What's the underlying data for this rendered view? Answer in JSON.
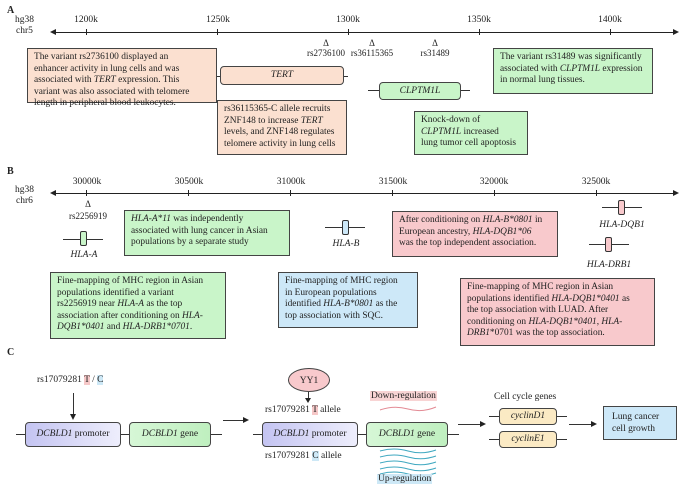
{
  "panel_a": {
    "label": "A",
    "assembly": "hg38",
    "chromosome": "chr5",
    "ticks": [
      "1200k",
      "1250k",
      "1300k",
      "1350k",
      "1400k"
    ],
    "snps": [
      "rs2736100",
      "rs36115365",
      "rs31489"
    ],
    "snp_marker": "Δ",
    "genes": [
      "TERT",
      "CLPTM1L"
    ],
    "notes": {
      "rs2736100": [
        "The variant rs2736100 displayed an",
        "enhancer activity in lung cells and was",
        "associated with ",
        "TERT",
        " expression. This",
        "variant was also associated with telomere",
        "length in peripheral blood leukocytes."
      ],
      "rs36115365_a": "rs36115365-C allele recruits",
      "rs36115365_b": "ZNF148 to increase ",
      "rs36115365_c": "TERT",
      "rs36115365_d": "levels, and ZNF148 regulates",
      "rs36115365_e": "telomere activity in lung cells",
      "rs31489_a": "The variant rs31489 was significantly",
      "rs31489_b": "associated with ",
      "rs31489_c": "CLPTM1L",
      "rs31489_d": " expression",
      "rs31489_e": "in normal lung tissues.",
      "knockdown_a": "Knock-down of",
      "knockdown_b": "CLPTM1L",
      "knockdown_c": " increased",
      "knockdown_d": "lung tumor cell apoptosis"
    }
  },
  "panel_b": {
    "label": "B",
    "assembly": "hg38",
    "chromosome": "chr6",
    "ticks": [
      "30000k",
      "30500k",
      "31000k",
      "31500k",
      "32000k",
      "32500k"
    ],
    "snp": "rs2256919",
    "snp_marker": "Δ",
    "genes": [
      "HLA-A",
      "HLA-B",
      "HLA-DQB1",
      "HLA-DRB1"
    ],
    "notes": {
      "hla_a11": [
        "HLA-A*11",
        " was independently",
        "associated with lung cancer in Asian",
        "populations by a separate study"
      ],
      "conditioning_b0801": [
        "After conditioning on ",
        "HLA-B*0801",
        " in",
        "European ancestry, ",
        "HLA-DQB1*06",
        "was the top independent association."
      ],
      "asian_rs2256919": [
        "Fine-mapping of MHC region in Asian",
        "populations identified a variant",
        "rs2256919 near ",
        "HLA-A",
        " as the top",
        "association after conditioning on ",
        "HLA-",
        "DQB1*0401",
        " and ",
        "HLA-DRB1*0701",
        "."
      ],
      "european_b0801": [
        "Fine-mapping of MHC region",
        "in European populations",
        "identified ",
        "HLA-B*0801",
        " as the",
        "top association with SQC."
      ],
      "asian_dqb1": [
        "Fine-mapping of MHC region in Asian",
        "populations identified ",
        "HLA-DQB1*0401",
        " as",
        "the top association with LUAD. After",
        "conditioning on ",
        "HLA-DQB1*0401",
        ", ",
        "HLA-",
        "DRB1",
        "*0701 was the top association."
      ]
    }
  },
  "panel_c": {
    "label": "C",
    "snp_left": "rs17079281",
    "allele_t": "T",
    "allele_sep": " / ",
    "allele_c": "C",
    "promoter_gene": "DCBLD1",
    "promoter_word": " promoter",
    "gene_word": " gene",
    "tf": "YY1",
    "t_allele_label": "rs17079281 ",
    "allele_word": " allele",
    "down_regulation": "Down-regulation",
    "up_regulation": "Up-regulation",
    "cell_cycle_title": "Cell cycle genes",
    "cyclins": [
      "cyclinD1",
      "cyclinE1"
    ],
    "outcome_line1": "Lung cancer",
    "outcome_line2": "cell growth"
  },
  "colors": {
    "orange_note": "#fbe0d0",
    "green_note": "#c9f5c9",
    "pink_note": "#f8c9cc",
    "blue_note": "#cde8f8",
    "promoter": "#c8c8f4",
    "cyclin": "#fbeac4",
    "allele_t_bg": "#f6c8c8",
    "allele_c_bg": "#cde8f6"
  }
}
